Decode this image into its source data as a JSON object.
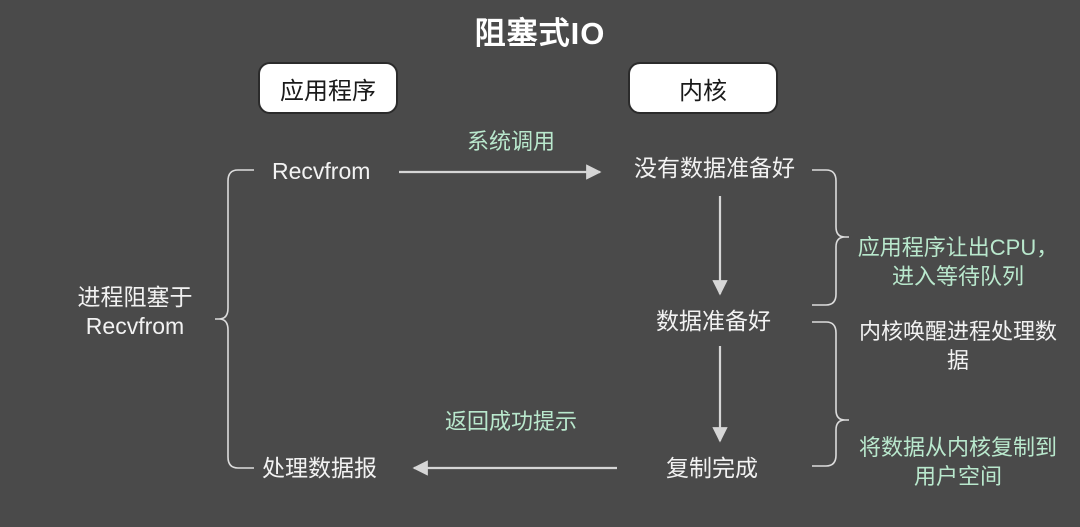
{
  "diagram": {
    "title": "阻塞式IO",
    "boxes": {
      "application": "应用程序",
      "kernel": "内核"
    },
    "nodes": {
      "recvfrom": "Recvfrom",
      "no_data_ready": "没有数据准备好",
      "data_ready": "数据准备好",
      "copy_done": "复制完成",
      "handle_datagram": "处理数据报"
    },
    "left_label": {
      "line1": "进程阻塞于",
      "line2": "Recvfrom"
    },
    "annotations": {
      "syscall": "系统调用",
      "return_success": "返回成功提示",
      "yield_cpu": {
        "line1": "应用程序让出CPU，",
        "line2": "进入等待队列"
      },
      "kernel_wake": {
        "line1": "内核唤醒进程处理数",
        "line2": "据"
      },
      "copy_to_user": {
        "line1": "将数据从内核复制到",
        "line2": "用户空间"
      }
    },
    "colors": {
      "background": "#4a4a4a",
      "text": "#f2f2f2",
      "accent_green": "#b9e8cd",
      "box_fill": "#ffffff",
      "box_border": "#2b2b2b"
    }
  }
}
